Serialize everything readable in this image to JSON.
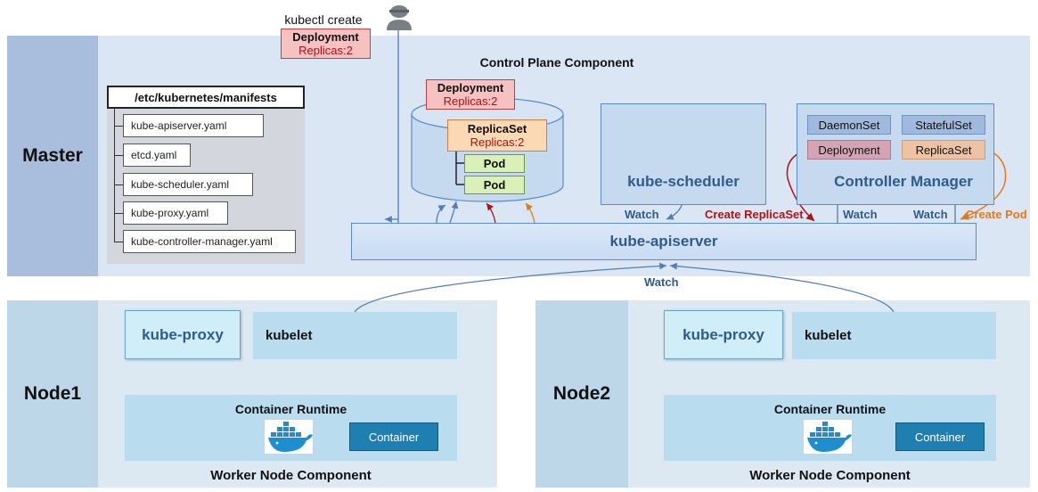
{
  "master": {
    "label": "Master"
  },
  "node1": {
    "label": "Node1"
  },
  "node2": {
    "label": "Node2"
  },
  "manifests": {
    "title": "/etc/kubernetes/manifests",
    "files": [
      "kube-apiserver.yaml",
      "etcd.yaml",
      "kube-scheduler.yaml",
      "kube-proxy.yaml",
      "kube-controller-manager.yaml"
    ]
  },
  "kubectl": {
    "label": "kubectl create",
    "user_icon": "user-icon",
    "deployment_title": "Deployment",
    "deployment_replicas": "Replicas:2"
  },
  "control_plane": {
    "title": "Control Plane Component",
    "etcd_deployment_title": "Deployment",
    "etcd_deployment_replicas": "Replicas:2",
    "replicaset_title": "ReplicaSet",
    "replicaset_replicas": "Replicas:2",
    "pods": [
      "Pod",
      "Pod"
    ],
    "scheduler": "kube-scheduler",
    "controller_manager": "Controller Manager",
    "cm_items": [
      "DaemonSet",
      "StatefulSet",
      "Deployment",
      "ReplicaSet"
    ],
    "apiserver": "kube-apiserver"
  },
  "labels": {
    "watch_scheduler": "Watch",
    "create_replicaset": "Create ReplicaSet",
    "watch_cm_1": "Watch",
    "watch_cm_2": "Watch",
    "create_pod": "Create Pod",
    "watch_nodes": "Watch"
  },
  "nodes": {
    "proxy": "kube-proxy",
    "kubelet": "kubelet",
    "runtime": "Container Runtime",
    "container": "Container",
    "worker": "Worker Node Component",
    "docker_icon": "docker-whale-icon"
  },
  "colors": {
    "master_bg": "#dbe6f4",
    "node_bg": "#dce9f3",
    "accent_blue": "#2f5c8a",
    "create_red": "#b01515",
    "create_orange": "#e07a1c"
  }
}
